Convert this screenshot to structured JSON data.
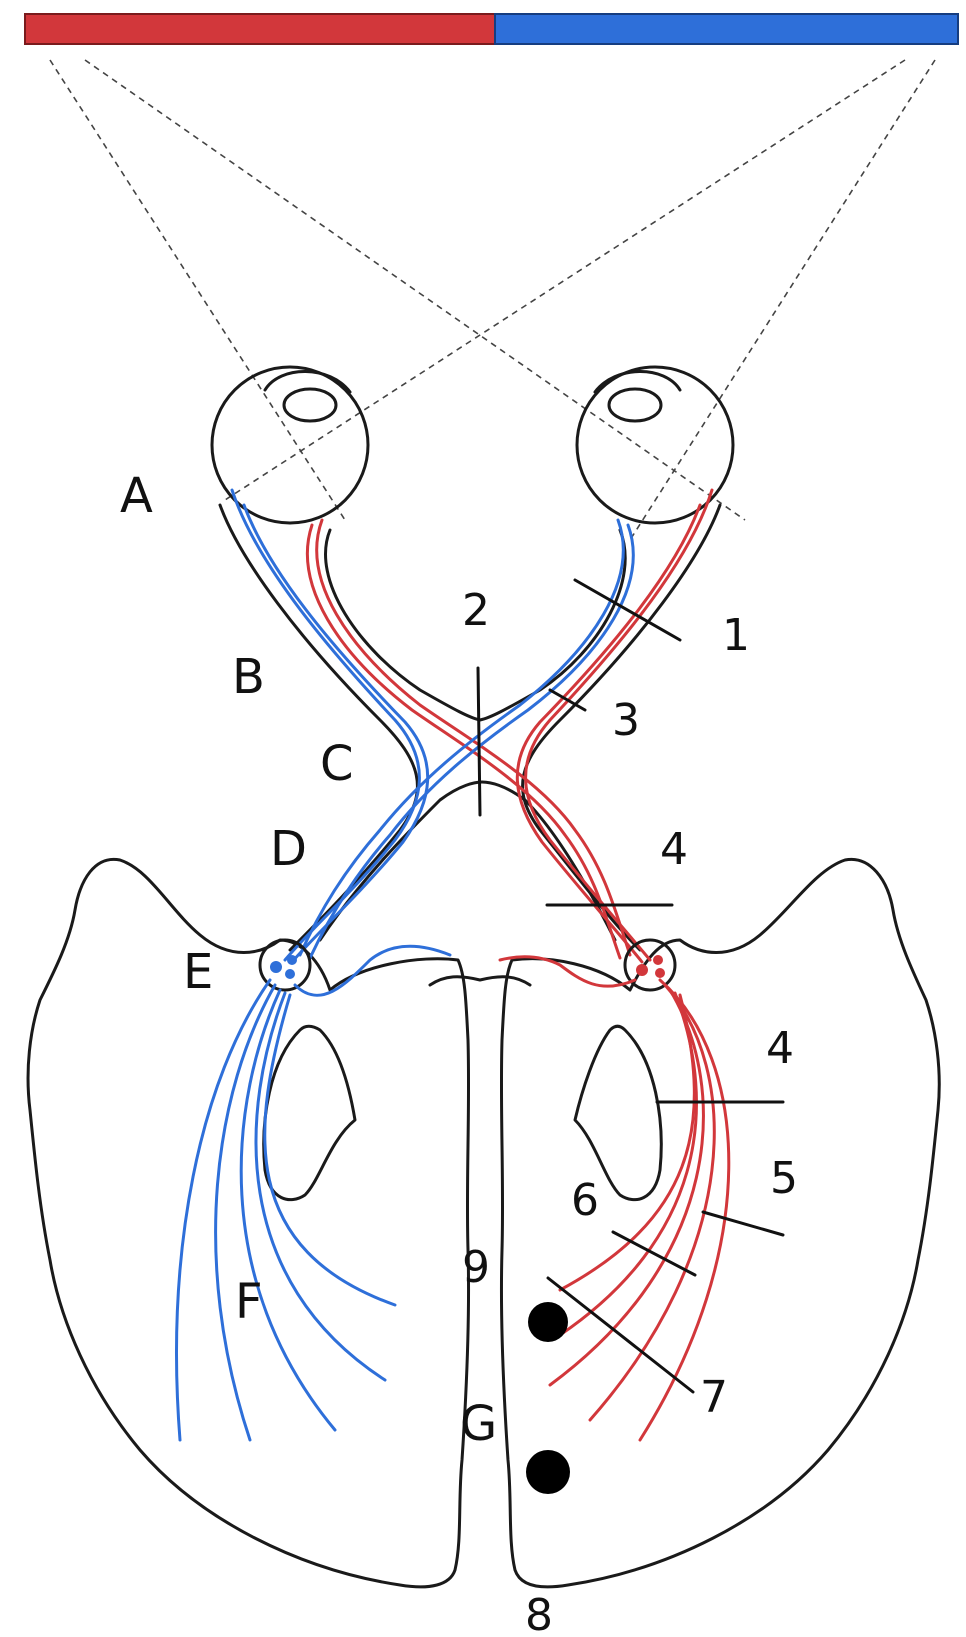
{
  "colors": {
    "left_field": "#d2373b",
    "right_field": "#2e6fd9",
    "outline": "#1a1a1a",
    "lesion_dot": "#000000"
  },
  "letters": {
    "A": "A",
    "B": "B",
    "C": "C",
    "D": "D",
    "E": "E",
    "F": "F",
    "G": "G"
  },
  "numbers": {
    "n1": "1",
    "n2": "2",
    "n3": "3",
    "n4a": "4",
    "n4b": "4",
    "n5": "5",
    "n6": "6",
    "n7": "7",
    "n8": "8",
    "n9": "9"
  }
}
